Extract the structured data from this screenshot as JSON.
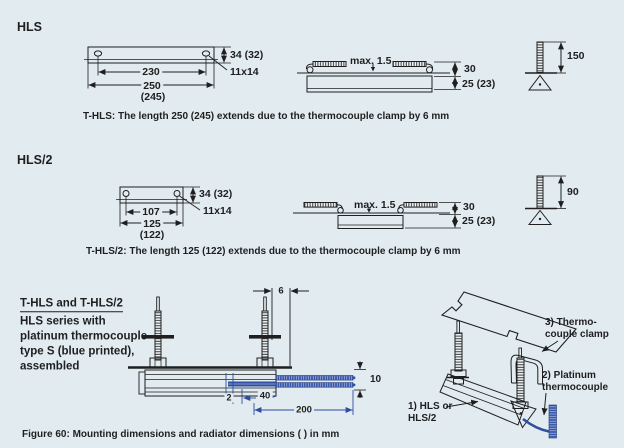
{
  "page": {
    "background": "#e1ebf0",
    "ink": "#1f1f1f",
    "blue": "#2e4da2"
  },
  "hls": {
    "title": "HLS",
    "top_view": {
      "height": "34 (32)",
      "slot": "11x14",
      "hole_spacing": "230",
      "length": "250",
      "length_thermo": "(245)"
    },
    "side_view": {
      "gap": "max. 1.5",
      "height_above": "30",
      "height_body": "25 (23)"
    },
    "stud": {
      "height": "150"
    },
    "note": "T-HLS: The length 250 (245) extends due to the thermocouple clamp by 6 mm"
  },
  "hls2": {
    "title": "HLS/2",
    "top_view": {
      "height": "34 (32)",
      "slot": "11x14",
      "hole_spacing": "107",
      "length": "125",
      "length_thermo": "(122)"
    },
    "side_view": {
      "gap": "max. 1.5",
      "height_above": "30",
      "height_body": "25 (23)"
    },
    "stud": {
      "height": "90"
    },
    "note": "T-HLS/2: The length 125 (122) extends due to the thermocouple clamp by 6 mm"
  },
  "assembly": {
    "heading": "T-HLS and T-HLS/2",
    "description": [
      "HLS series with",
      "platinum thermocouple",
      "type S (blue printed),",
      "assembled"
    ],
    "dimensions": {
      "stud_offset": "6",
      "d_2": "2",
      "d_40": "40",
      "lead_length": "200",
      "lead_height": "10"
    },
    "callouts": {
      "part1_line1": "1) HLS or",
      "part1_line2": "HLS/2",
      "part2_line1": "2) Platinum",
      "part2_line2": "thermocouple",
      "part3_line1": "3) Thermo-",
      "part3_line2": "couple clamp"
    }
  },
  "caption": "Figure 60: Mounting dimensions and radiator dimensions ( ) in mm"
}
